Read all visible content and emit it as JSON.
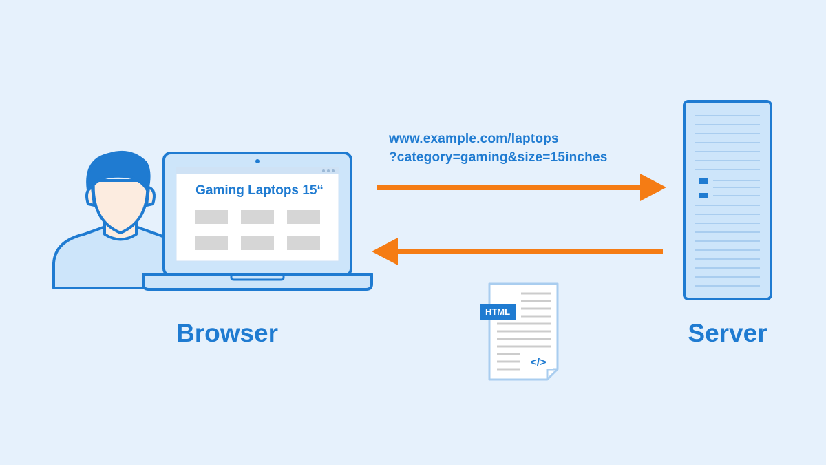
{
  "request": {
    "url_line_1": "www.example.com/laptops",
    "url_line_2": "?category=gaming&size=15inches"
  },
  "browser": {
    "label": "Browser",
    "screen_title": "Gaming Laptops 15“"
  },
  "server": {
    "label": "Server"
  },
  "document": {
    "tag": "HTML",
    "code_symbol": "</>"
  },
  "colors": {
    "background": "#e6f1fc",
    "primary_blue": "#1f7bd1",
    "light_blue": "#cde5fa",
    "arrow_orange": "#f57c14",
    "skin": "#fcece0",
    "placeholder_gray": "#d6d6d6"
  },
  "icons": {
    "user": "user-avatar-icon",
    "laptop": "laptop-icon",
    "server": "server-tower-icon",
    "document": "html-document-icon",
    "request_arrow": "arrow-right-icon",
    "response_arrow": "arrow-left-icon"
  }
}
